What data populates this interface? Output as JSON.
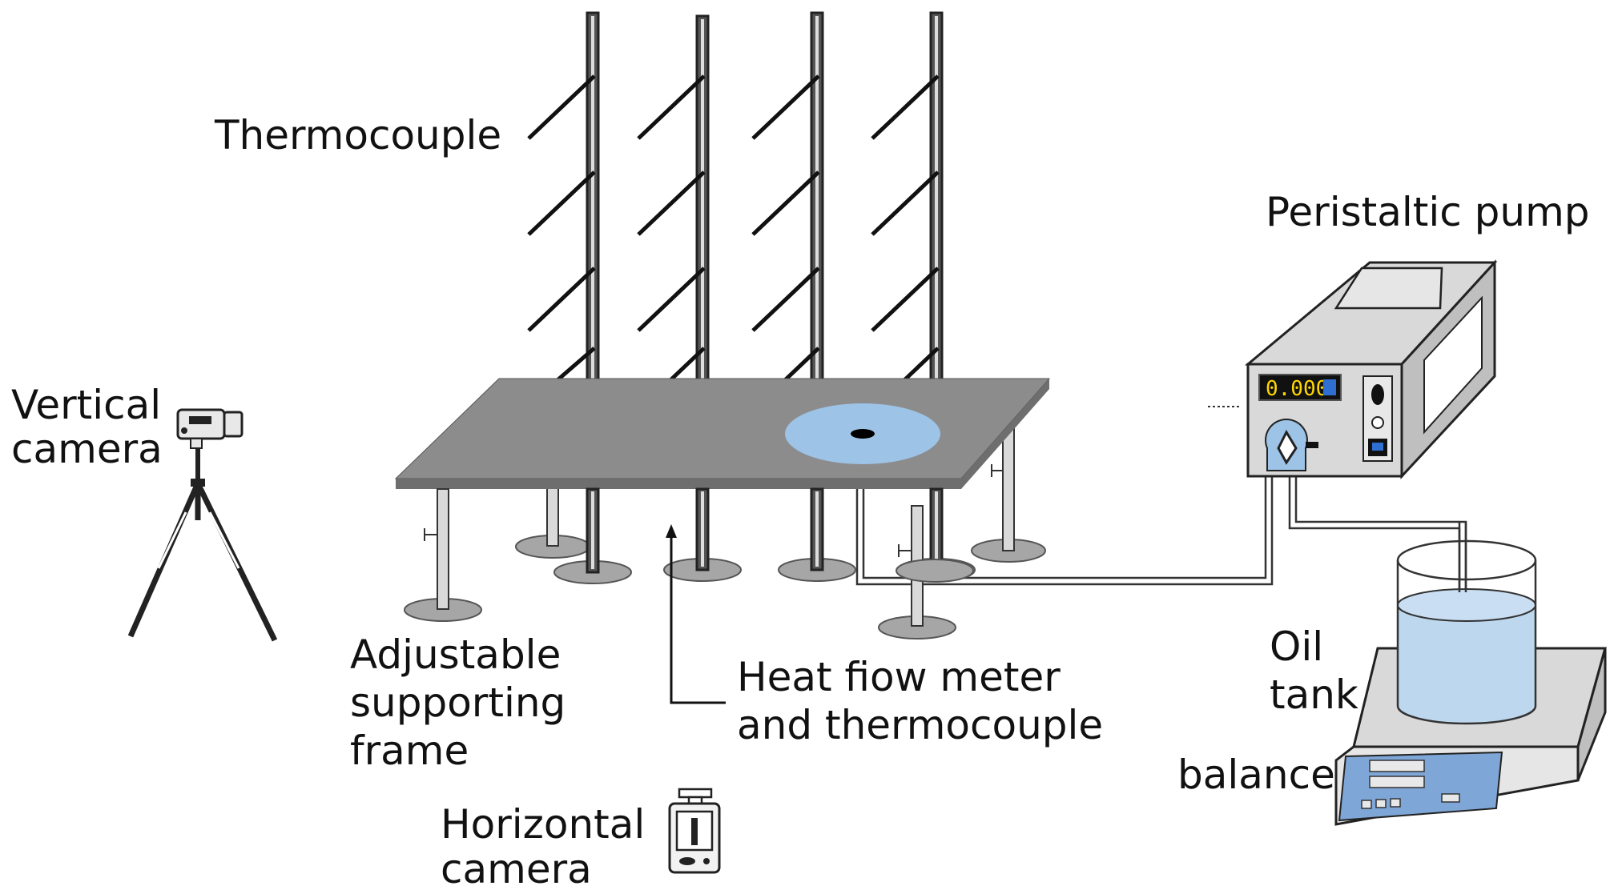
{
  "labels": {
    "thermocouple": "Thermocouple",
    "vertical_camera_line1": "Vertical",
    "vertical_camera_line2": "camera",
    "peristaltic_pump": "Peristaltic pump",
    "adjustable_frame_line1": "Adjustable",
    "adjustable_frame_line2": "supporting",
    "adjustable_frame_line3": "frame",
    "heat_flow_line1": "Heat fiow meter",
    "heat_flow_line2": "and thermocouple",
    "oil_tank_line1": "Oil",
    "oil_tank_line2": "tank",
    "balance": "balance",
    "horizontal_camera_line1": "Horizontal",
    "horizontal_camera_line2": "camera"
  },
  "pump_display": "0.000",
  "colors": {
    "plate": "#8c8c8c",
    "plate_edge": "#6e6e6e",
    "heat_flow_disc": "#9dc3e6",
    "oil": "#bdd7ee",
    "pump_body": "#d9d9d9",
    "display_text": "#ffd700",
    "balance_panel": "#7ea6d6"
  },
  "icons": [
    "tripod-camera-icon",
    "horizontal-camera-icon",
    "peristaltic-pump-icon",
    "balance-icon",
    "oil-tank-icon"
  ]
}
